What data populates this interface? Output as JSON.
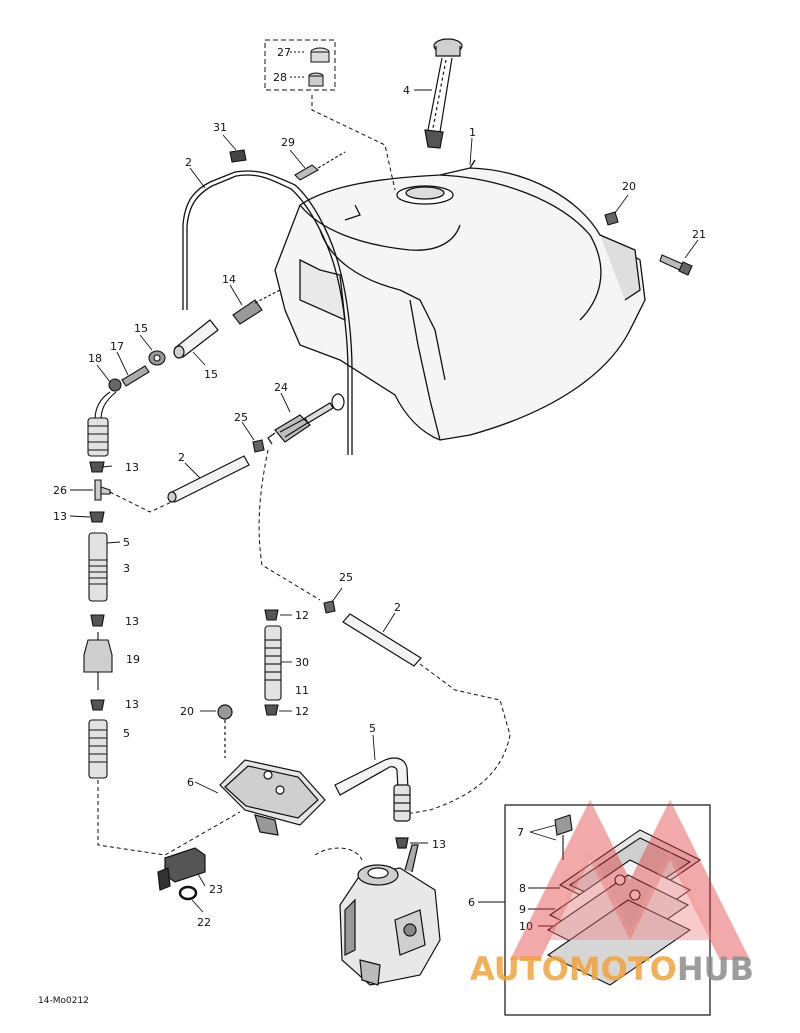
{
  "diagram": {
    "reference_code": "14-Mo0212",
    "callouts": {
      "c1": "1",
      "c2a": "2",
      "c2b": "2",
      "c2c": "2",
      "c3": "3",
      "c4": "4",
      "c5a": "5",
      "c5b": "5",
      "c5c": "5",
      "c6a": "6",
      "c6b": "6",
      "c7": "7",
      "c8": "8",
      "c9": "9",
      "c10": "10",
      "c11": "11",
      "c12a": "12",
      "c12b": "12",
      "c13a": "13",
      "c13b": "13",
      "c13c": "13",
      "c13d": "13",
      "c13e": "13",
      "c14": "14",
      "c15a": "15",
      "c15b": "15",
      "c17": "17",
      "c18": "18",
      "c19": "19",
      "c20a": "20",
      "c20b": "20",
      "c21": "21",
      "c22": "22",
      "c23": "23",
      "c24": "24",
      "c25a": "25",
      "c25b": "25",
      "c26": "26",
      "c27": "27",
      "c28": "28",
      "c29": "29",
      "c30": "30",
      "c31": "31"
    }
  },
  "watermark": {
    "brand_part1": "AUTO",
    "brand_part2": "MOTO",
    "brand_part3": "HUB",
    "color_primary": "#f2a33a",
    "color_secondary": "#8c8c8c",
    "logo_color": "#e03030"
  },
  "colors": {
    "line": "#111111",
    "part_fill": "#f4f4f4",
    "shade": "#bdbdbd"
  }
}
